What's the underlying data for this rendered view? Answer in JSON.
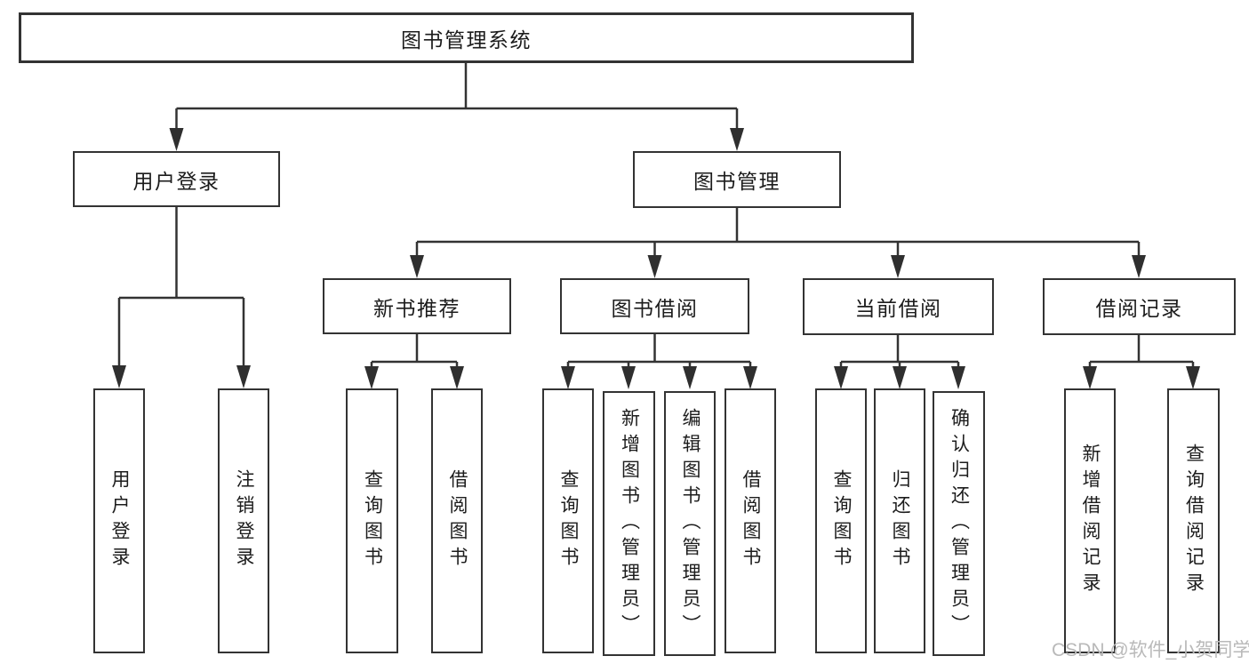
{
  "tree": {
    "root": {
      "label": "图书管理系统"
    },
    "branches": [
      {
        "label": "用户登录",
        "children": [
          {
            "label": "用户登录"
          },
          {
            "label": "注销登录"
          }
        ]
      },
      {
        "label": "图书管理",
        "groups": [
          {
            "label": "新书推荐",
            "children": [
              {
                "label": "查询图书"
              },
              {
                "label": "借阅图书"
              }
            ]
          },
          {
            "label": "图书借阅",
            "children": [
              {
                "label": "查询图书"
              },
              {
                "label": "新增图书（管理员）"
              },
              {
                "label": "编辑图书（管理员）"
              },
              {
                "label": "借阅图书"
              }
            ]
          },
          {
            "label": "当前借阅",
            "children": [
              {
                "label": "查询图书"
              },
              {
                "label": "归还图书"
              },
              {
                "label": "确认归还（管理员）"
              }
            ]
          },
          {
            "label": "借阅记录",
            "children": [
              {
                "label": "新增借阅记录"
              },
              {
                "label": "查询借阅记录"
              }
            ]
          }
        ]
      }
    ]
  },
  "watermark": "CSDN @软件_小贺同学",
  "colors": {
    "line": "#333333",
    "box_border": "#333333",
    "text": "#1c1c1c",
    "background": "#ffffff",
    "watermark_text": "#b9b9b9"
  }
}
